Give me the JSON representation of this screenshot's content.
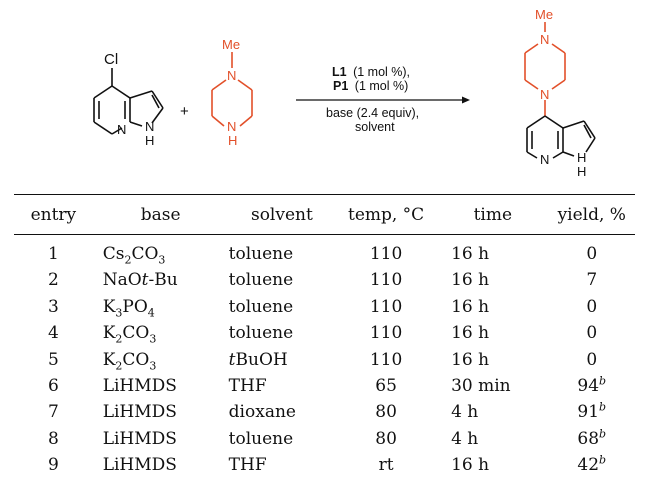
{
  "scheme": {
    "reactant1": {
      "substituent": "Cl",
      "atoms": [
        "N",
        "N",
        "H"
      ]
    },
    "plus": "+",
    "reactant2": {
      "substituent": "Me",
      "atoms": [
        "N",
        "N",
        "H"
      ]
    },
    "conditions": {
      "ligand": "L1",
      "ligand_loading": "(1 mol %),",
      "precatalyst": "P1",
      "precatalyst_loading": "(1 mol %)",
      "base_line": "base (2.4 equiv),",
      "solvent_line": "solvent"
    },
    "product": {
      "substituent": "Me",
      "atoms": [
        "N",
        "N",
        "N",
        "H"
      ]
    },
    "colors": {
      "amine": "#e2502a",
      "black": "#111111"
    }
  },
  "table": {
    "headers": [
      "entry",
      "base",
      "solvent",
      "temp, °C",
      "time",
      "yield, %"
    ],
    "rows": [
      {
        "entry": "1",
        "base": "Cs2CO3",
        "solvent": "toluene",
        "temp": "110",
        "time": "16 h",
        "yield": "0",
        "note": ""
      },
      {
        "entry": "2",
        "base": "NaOt-Bu",
        "solvent": "toluene",
        "temp": "110",
        "time": "16 h",
        "yield": "7",
        "note": ""
      },
      {
        "entry": "3",
        "base": "K3PO4",
        "solvent": "toluene",
        "temp": "110",
        "time": "16 h",
        "yield": "0",
        "note": ""
      },
      {
        "entry": "4",
        "base": "K2CO3",
        "solvent": "toluene",
        "temp": "110",
        "time": "16 h",
        "yield": "0",
        "note": ""
      },
      {
        "entry": "5",
        "base": "K2CO3",
        "solvent": "tBuOH",
        "temp": "110",
        "time": "16 h",
        "yield": "0",
        "note": ""
      },
      {
        "entry": "6",
        "base": "LiHMDS",
        "solvent": "THF",
        "temp": "65",
        "time": "30 min",
        "yield": "94",
        "note": "b"
      },
      {
        "entry": "7",
        "base": "LiHMDS",
        "solvent": "dioxane",
        "temp": "80",
        "time": "4 h",
        "yield": "91",
        "note": "b"
      },
      {
        "entry": "8",
        "base": "LiHMDS",
        "solvent": "toluene",
        "temp": "80",
        "time": "4 h",
        "yield": "68",
        "note": "b"
      },
      {
        "entry": "9",
        "base": "LiHMDS",
        "solvent": "THF",
        "temp": "rt",
        "time": "16 h",
        "yield": "42",
        "note": "b"
      }
    ]
  }
}
